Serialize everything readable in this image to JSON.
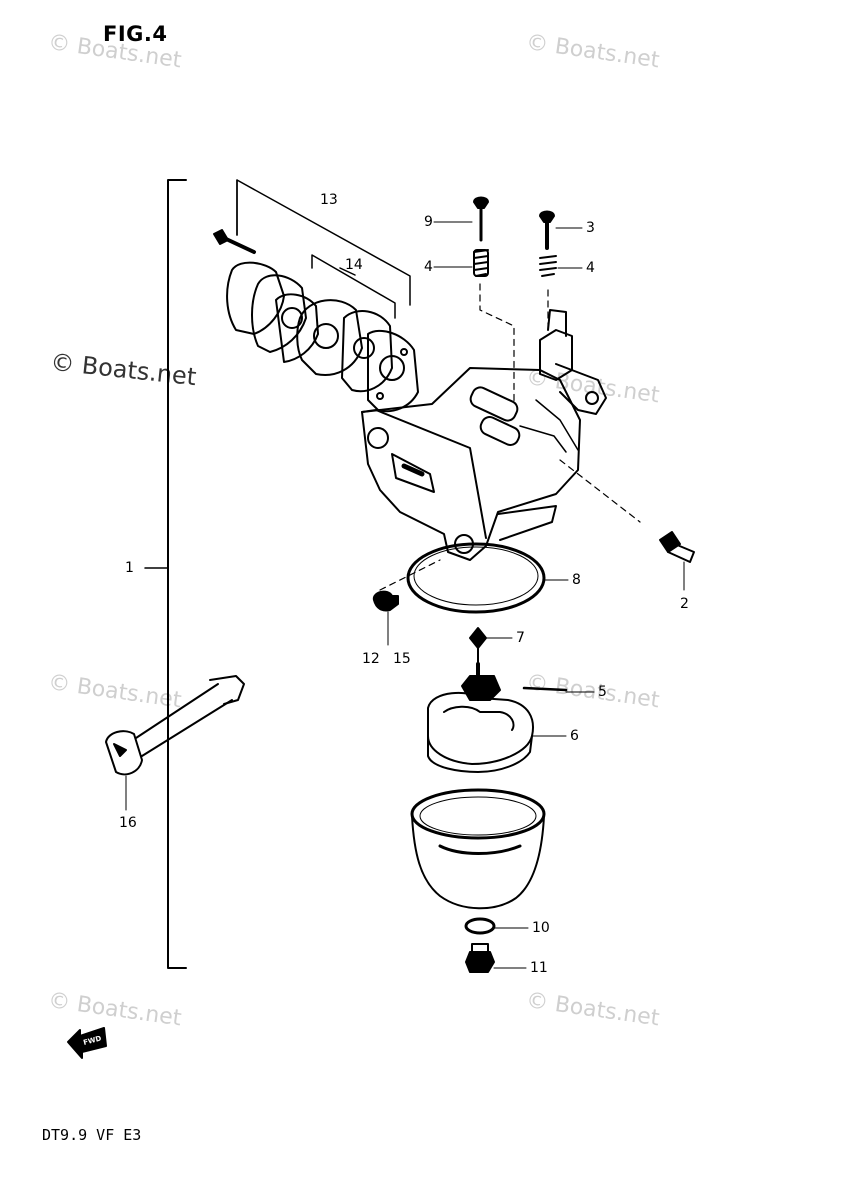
{
  "figure": {
    "title": "FIG.4",
    "model_code": "DT9.9 VF E3",
    "forward_mark": "FWD"
  },
  "watermarks": [
    {
      "id": "wm-top-left",
      "text": "© Boats.net",
      "tone": "light"
    },
    {
      "id": "wm-top-right",
      "text": "© Boats.net",
      "tone": "light"
    },
    {
      "id": "wm-mid-left",
      "text": "© Boats.net",
      "tone": "dark"
    },
    {
      "id": "wm-mid-right",
      "text": "© Boats.net",
      "tone": "light"
    },
    {
      "id": "wm-low-left",
      "text": "© Boats.net",
      "tone": "light"
    },
    {
      "id": "wm-low-right",
      "text": "© Boats.net",
      "tone": "light"
    },
    {
      "id": "wm-bottom-left",
      "text": "© Boats.net",
      "tone": "light"
    },
    {
      "id": "wm-bottom-right",
      "text": "© Boats.net",
      "tone": "light"
    }
  ],
  "callouts": {
    "c1": "1",
    "c2": "2",
    "c3": "3",
    "c4a": "4",
    "c4b": "4",
    "c5": "5",
    "c6": "6",
    "c7": "7",
    "c8": "8",
    "c9": "9",
    "c10": "10",
    "c11": "11",
    "c12": "12",
    "c13": "13",
    "c14": "14",
    "c15": "15",
    "c16": "16"
  },
  "colors": {
    "line": "#000000",
    "watermark_light": "#cfcfcf",
    "watermark_dark": "#333333"
  }
}
